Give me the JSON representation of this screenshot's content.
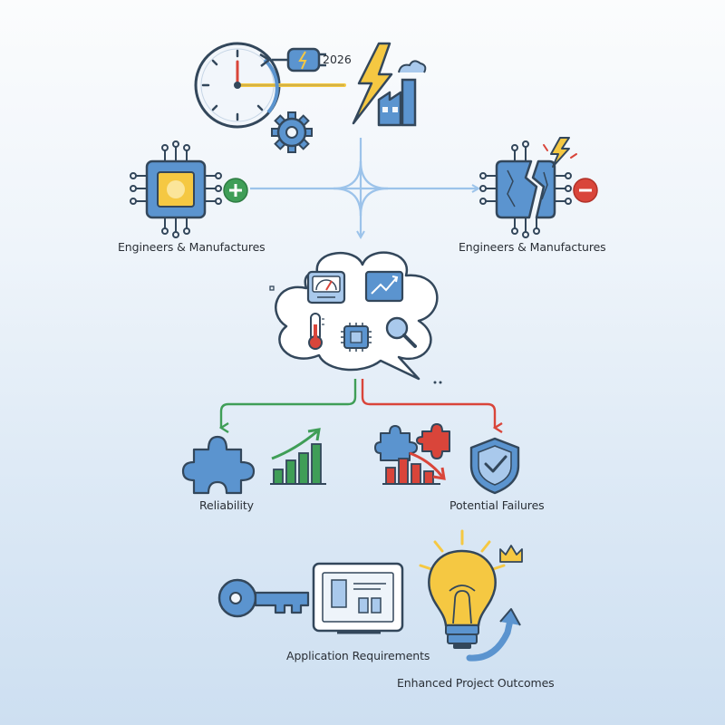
{
  "timeline": {
    "year": "2026"
  },
  "chips": {
    "left_label": "Engineers & Manufactures",
    "right_label": "Engineers & Manufactures"
  },
  "outcomes": {
    "reliability_label": "Reliability",
    "failures_label": "Potential Failures"
  },
  "footer": {
    "requirements_label": "Application Requirements",
    "enhanced_label": "Enhanced Project Outcomes"
  },
  "colors": {
    "stroke": "#33475b",
    "blue": "#5b94cf",
    "light_blue": "#a9c9ec",
    "yellow": "#f5c842",
    "green": "#3f9e57",
    "red": "#d9453a",
    "connector": "#9cc3ea"
  },
  "icons": [
    "clock-icon",
    "plug-icon",
    "lightning-icon",
    "factory-icon",
    "gear-icon",
    "healthy-chip-icon",
    "plus-icon",
    "broken-chip-icon",
    "minus-icon",
    "thought-cloud-icon",
    "gauge-icon",
    "line-chart-icon",
    "thermometer-icon",
    "cpu-icon",
    "magnifier-icon",
    "puzzle-icon",
    "bar-chart-up-icon",
    "puzzle-pieces-icon",
    "bar-chart-down-icon",
    "shield-check-icon",
    "key-icon",
    "monitor-icon",
    "lightbulb-icon",
    "crown-icon"
  ]
}
